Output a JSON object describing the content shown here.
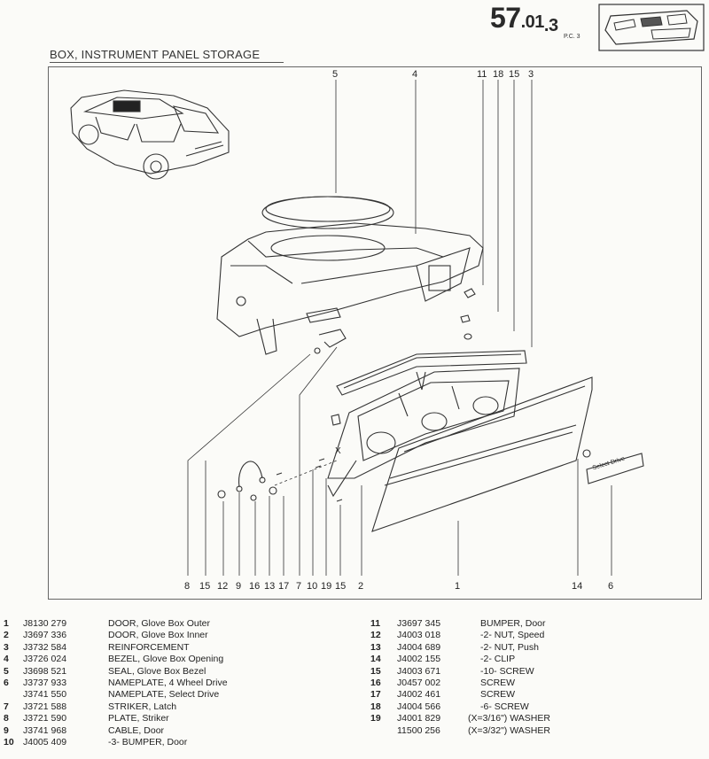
{
  "header": {
    "page_main": "57",
    "page_sub": ".01",
    "page_small": ".3",
    "pc_label": "P.C. 3",
    "title": "BOX, INSTRUMENT PANEL STORAGE",
    "thumbnail_icon": "instrument-panel-thumbnail-icon"
  },
  "diagram": {
    "top_callouts": [
      "5",
      "4",
      "11",
      "18",
      "15",
      "3"
    ],
    "bottom_callouts": [
      "8",
      "15",
      "12",
      "9",
      "16",
      "13",
      "17",
      "7",
      "10",
      "19",
      "15",
      "2",
      "1",
      "14",
      "6"
    ],
    "x_mark": "X",
    "nameplate_text": "Select Drive",
    "vehicle_icon": "hatchback-car-icon"
  },
  "parts_left": [
    {
      "ref": "1",
      "part": "J8130 279",
      "desc": "DOOR, Glove Box Outer"
    },
    {
      "ref": "2",
      "part": "J3697 336",
      "desc": "DOOR, Glove Box Inner"
    },
    {
      "ref": "3",
      "part": "J3732 584",
      "desc": "REINFORCEMENT"
    },
    {
      "ref": "4",
      "part": "J3726 024",
      "desc": "BEZEL, Glove Box Opening"
    },
    {
      "ref": "5",
      "part": "J3698 521",
      "desc": "SEAL, Glove Box Bezel"
    },
    {
      "ref": "6",
      "part": "J3737 933",
      "desc": "NAMEPLATE, 4 Wheel Drive"
    },
    {
      "ref": "",
      "part": "J3741 550",
      "desc": "NAMEPLATE, Select Drive"
    },
    {
      "ref": "7",
      "part": "J3721 588",
      "desc": "STRIKER, Latch"
    },
    {
      "ref": "8",
      "part": "J3721 590",
      "desc": "PLATE, Striker"
    },
    {
      "ref": "9",
      "part": "J3741 968",
      "desc": "CABLE, Door"
    },
    {
      "ref": "10",
      "part": "J4005 409",
      "desc": "-3- BUMPER, Door"
    }
  ],
  "parts_right": [
    {
      "ref": "11",
      "part": "J3697 345",
      "desc": "BUMPER, Door"
    },
    {
      "ref": "12",
      "part": "J4003 018",
      "desc": "-2- NUT, Speed"
    },
    {
      "ref": "13",
      "part": "J4004 689",
      "desc": "-2- NUT, Push"
    },
    {
      "ref": "14",
      "part": "J4002 155",
      "desc": "-2- CLIP"
    },
    {
      "ref": "15",
      "part": "J4003 671",
      "desc": "-10- SCREW"
    },
    {
      "ref": "16",
      "part": "J0457 002",
      "desc": "SCREW"
    },
    {
      "ref": "17",
      "part": "J4002 461",
      "desc": "SCREW"
    },
    {
      "ref": "18",
      "part": "J4004 566",
      "desc": "-6- SCREW"
    },
    {
      "ref": "19",
      "part": "J4001 829",
      "desc": "(X=3/16\")   WASHER"
    },
    {
      "ref": "",
      "part": "11500 256",
      "desc": "(X=3/32\")   WASHER"
    }
  ]
}
